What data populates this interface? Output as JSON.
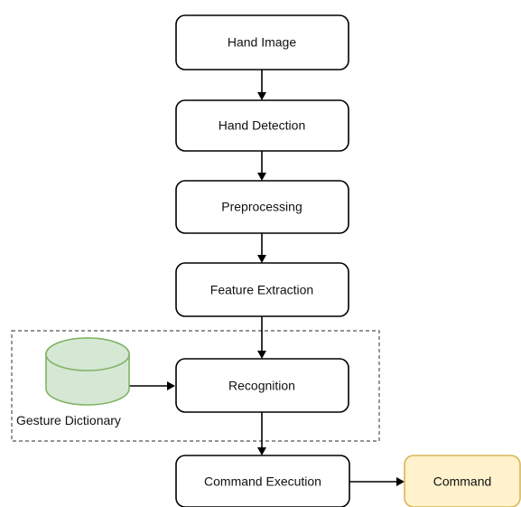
{
  "flowchart": {
    "nodes": {
      "hand_image": "Hand Image",
      "hand_detection": "Hand Detection",
      "preprocessing": "Preprocessing",
      "feature_extraction": "Feature Extraction",
      "recognition": "Recognition",
      "command_execution": "Command Execution",
      "command": "Command"
    },
    "database": {
      "label": "Gesture Dictionary"
    },
    "colors": {
      "node_fill": "#ffffff",
      "node_stroke": "#000000",
      "database_fill": "#d5e8d4",
      "database_stroke": "#82b366",
      "command_fill": "#fff2cc",
      "command_stroke": "#d6b656",
      "group_border": "#555555"
    }
  }
}
